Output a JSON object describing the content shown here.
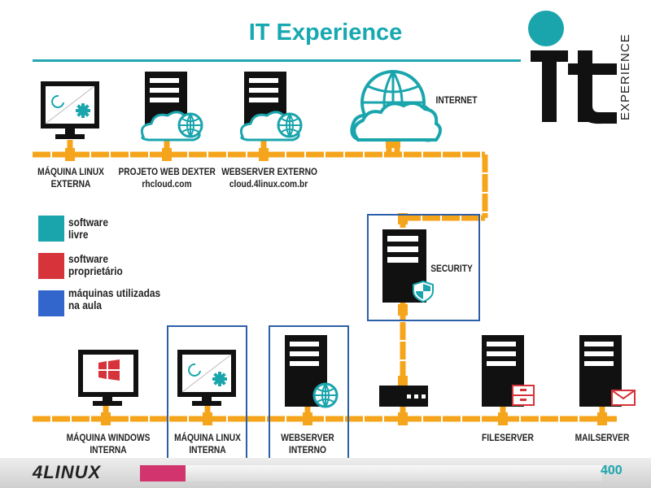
{
  "header": {
    "title": "IT Experience"
  },
  "logo": {
    "it_text": "It",
    "experience_text": "EXPERIENCE",
    "dot_color": "#1aa5ad"
  },
  "nodes": {
    "maquina_linux_externa": {
      "line1": "MÁQUINA LINUX",
      "line2": "EXTERNA"
    },
    "projeto_web_dexter": {
      "line1": "PROJETO WEB DEXTER",
      "line2": "rhcloud.com"
    },
    "webserver_externo": {
      "line1": "WEBSERVER EXTERNO",
      "line2": "cloud.4linux.com.br"
    },
    "internet": {
      "line1": "INTERNET"
    },
    "security": {
      "line1": "SECURITY"
    },
    "maquina_windows_interna": {
      "line1": "MÁQUINA WINDOWS",
      "line2": "INTERNA"
    },
    "maquina_linux_interna": {
      "line1": "MÁQUINA LINUX",
      "line2": "INTERNA"
    },
    "webserver_interno": {
      "line1": "WEBSERVER",
      "line2": "INTERNO"
    },
    "fileserver": {
      "line1": "FILESERVER"
    },
    "mailserver": {
      "line1": "MAILSERVER"
    }
  },
  "legend": [
    {
      "line1": "software",
      "line2": "livre",
      "color": "#1aa5ad"
    },
    {
      "line1": "software",
      "line2": "proprietário",
      "color": "#d6343a"
    },
    {
      "line1": "máquinas utilizadas",
      "line2": "na aula",
      "color": "#3366cc"
    }
  ],
  "colors": {
    "network": "#f5a51c",
    "accent": "#1aa5ad",
    "highlight_box": "#2d5fa8"
  },
  "footer": {
    "brand": "4LINUX",
    "page_number": "400"
  }
}
